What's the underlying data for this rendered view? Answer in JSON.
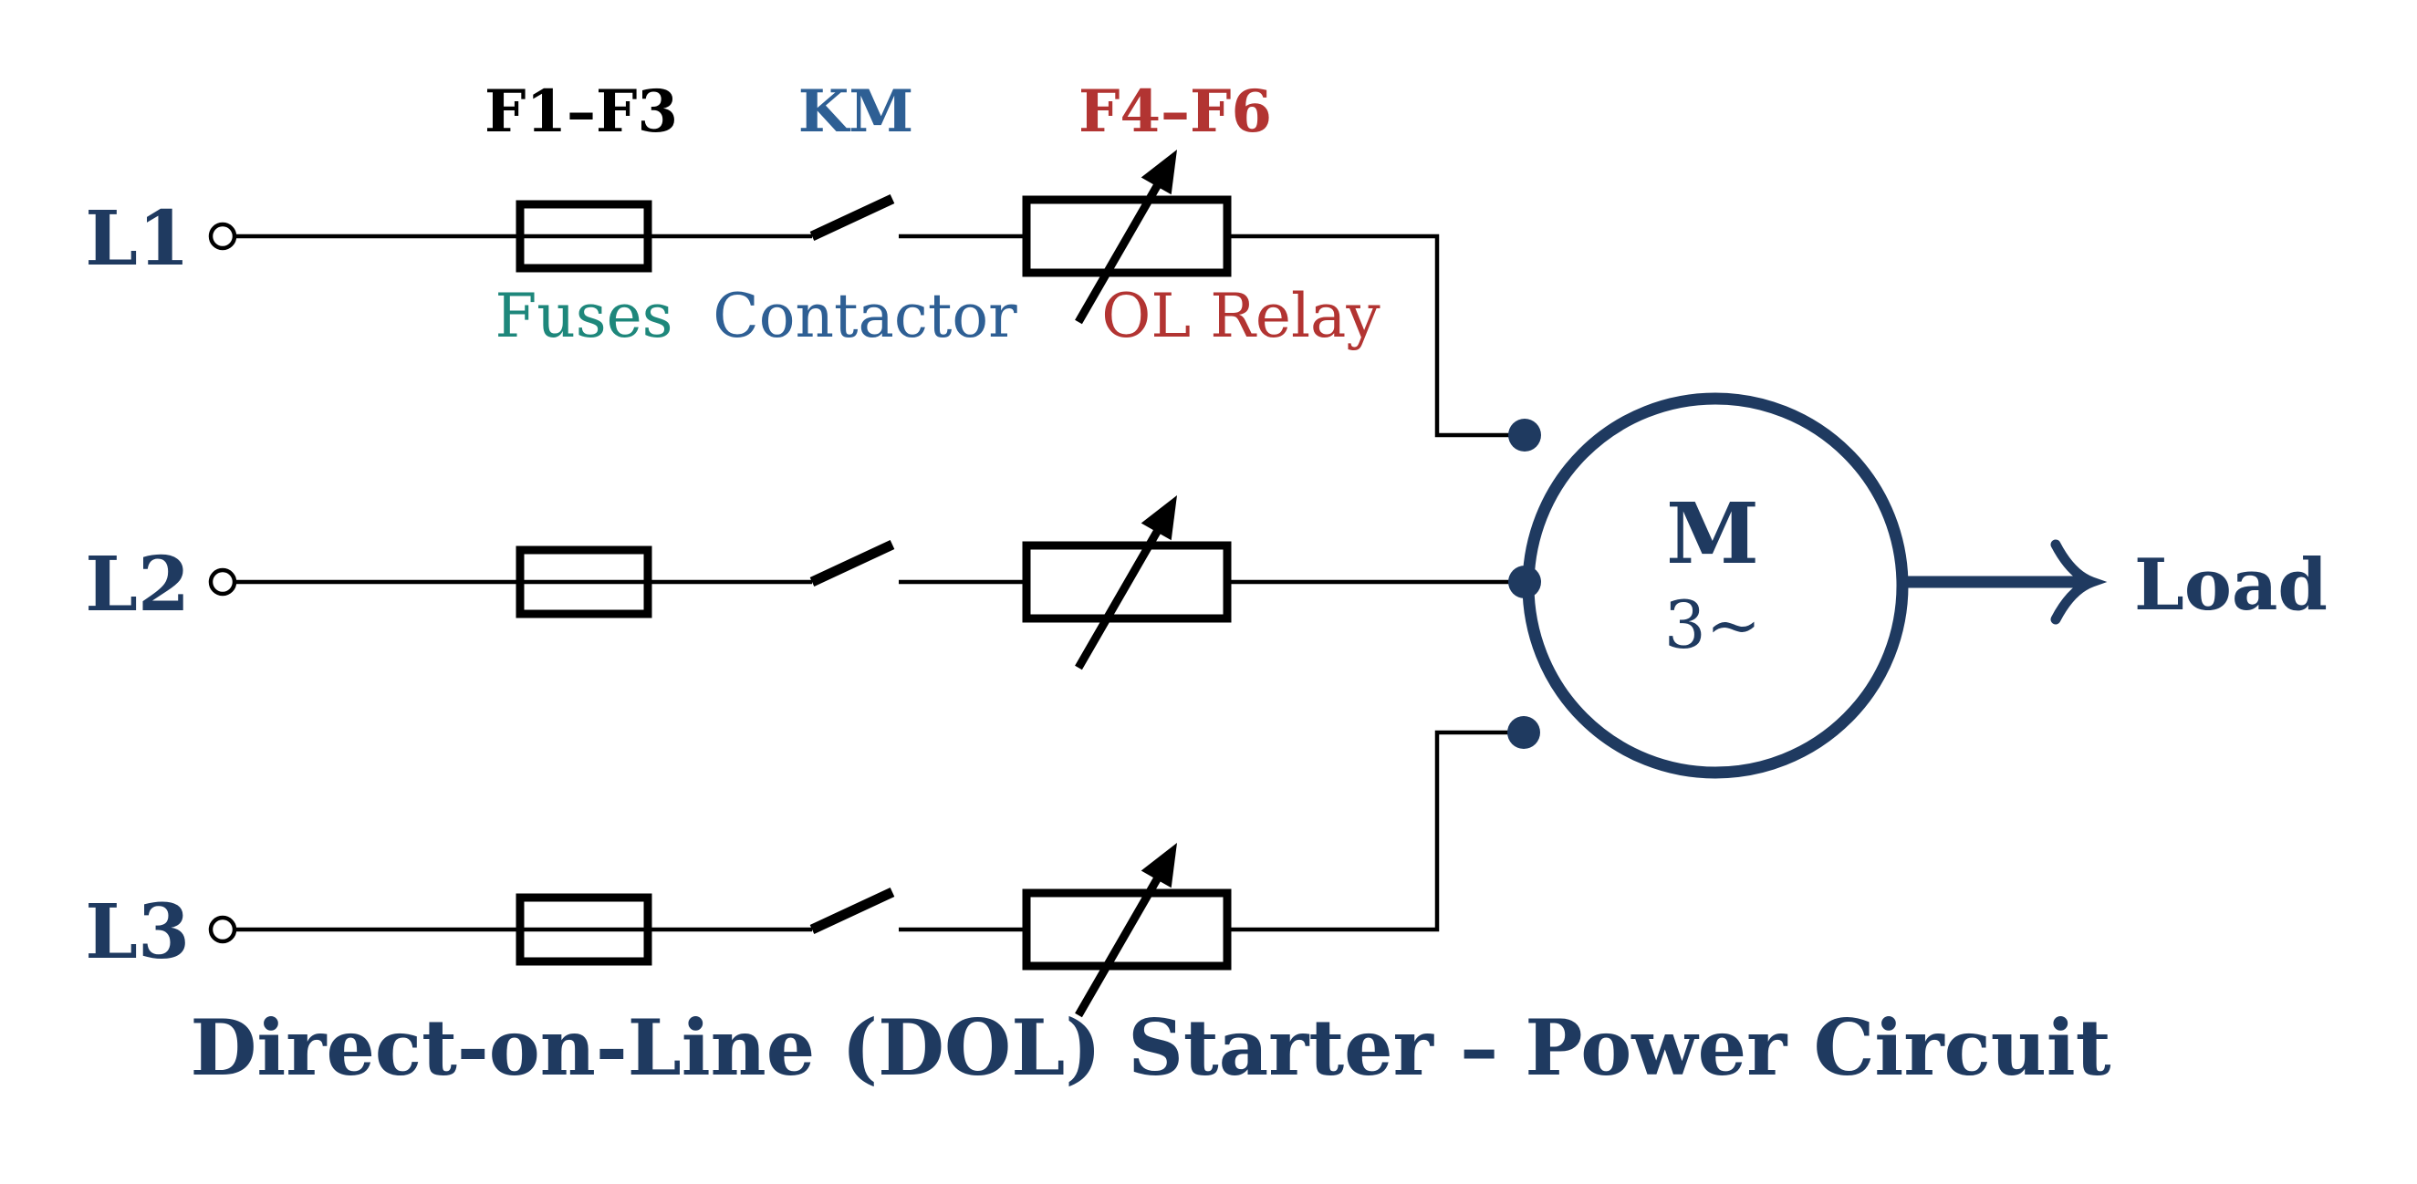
{
  "title": "Direct-on-Line (DOL) Starter – Power Circuit",
  "phases": [
    {
      "label": "L1"
    },
    {
      "label": "L2"
    },
    {
      "label": "L3"
    }
  ],
  "components": {
    "fuses": {
      "ref": "F1–F3",
      "label": "Fuses"
    },
    "contactor": {
      "ref": "KM",
      "label": "Contactor"
    },
    "overload_relay": {
      "ref": "F4–F6",
      "label": "OL Relay"
    }
  },
  "motor": {
    "designation": "M",
    "phase_symbol": "3~"
  },
  "load": {
    "label": "Load"
  },
  "colors": {
    "navy": "#1f3a60",
    "blue": "#2e5f94",
    "teal": "#1e877b",
    "red": "#b23432",
    "black": "#000000",
    "background": "#ffffff"
  }
}
